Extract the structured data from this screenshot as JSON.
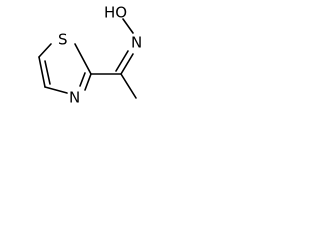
{
  "molecule": {
    "atoms": {
      "hydroxyl": "HO",
      "oxime_nitrogen": "N",
      "ring_sulfur": "S",
      "ring_nitrogen": "N"
    }
  }
}
